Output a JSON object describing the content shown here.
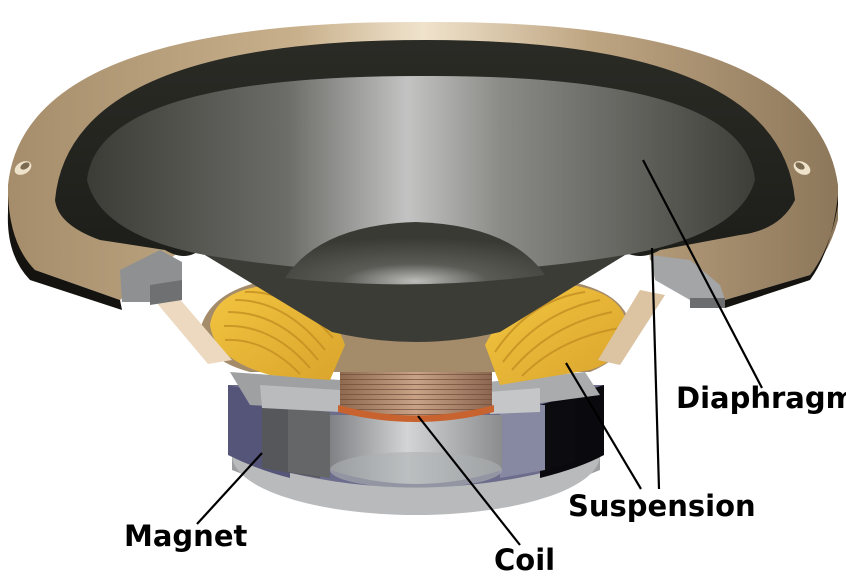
{
  "diagram": {
    "subject": "Loudspeaker cutaway",
    "labels": {
      "diaphragm": "Diaphragm",
      "suspension": "Suspension",
      "magnet": "Magnet",
      "coil": "Coil"
    },
    "colors": {
      "frame": "#b79f7c",
      "cone": "#4a4a44",
      "spider": "#e8b535",
      "coil_copper": "#c8622e",
      "magnet": "#5d5c80",
      "pole": "#a9acae",
      "leader": "#000000"
    }
  }
}
